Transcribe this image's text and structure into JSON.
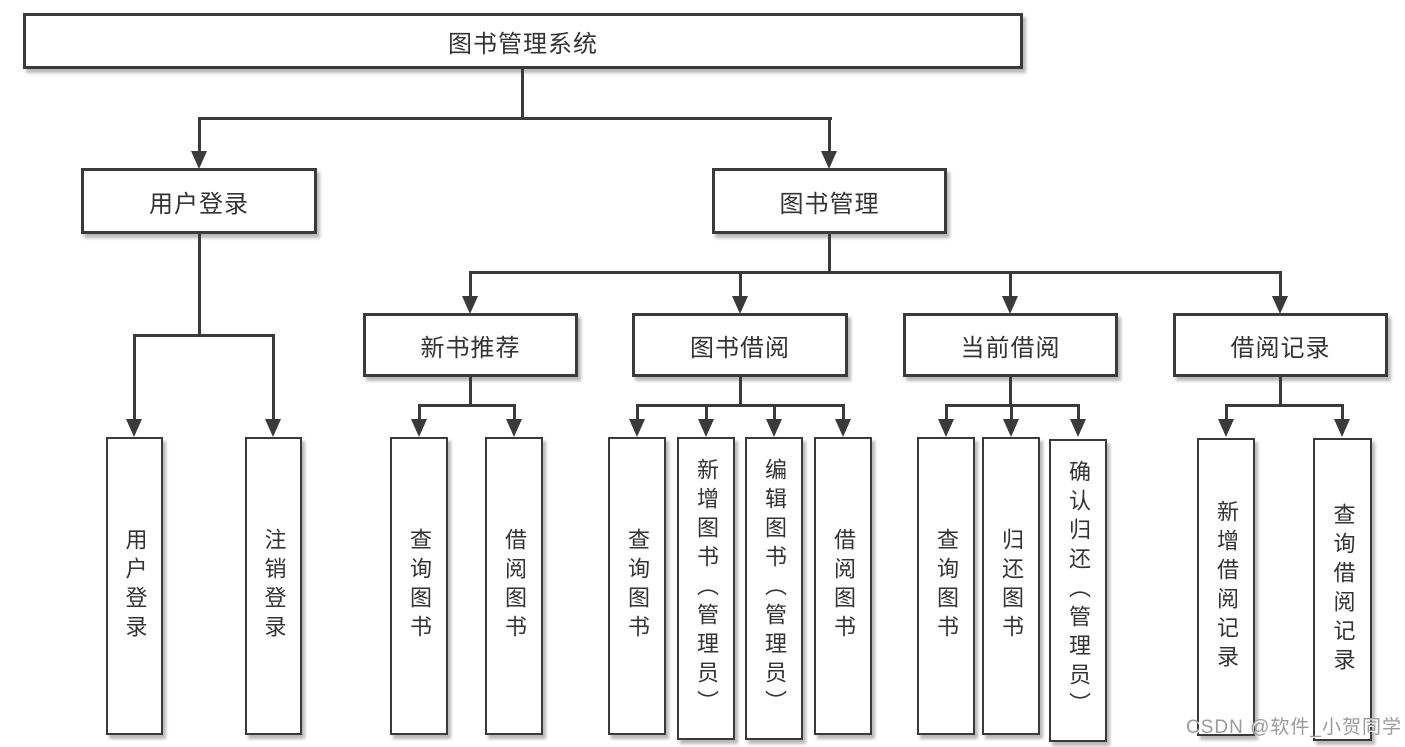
{
  "colors": {
    "line": "#3a3a3a",
    "text": "#333333",
    "watermark": "#9b9b9b",
    "background": "#ffffff"
  },
  "watermark": {
    "text": "CSDN @软件_小贺同学"
  },
  "tree": {
    "root": {
      "label": "图书管理系统",
      "children": [
        {
          "label": "用户登录",
          "children": [
            {
              "label": "用户登录"
            },
            {
              "label": "注销登录"
            }
          ]
        },
        {
          "label": "图书管理",
          "children": [
            {
              "label": "新书推荐",
              "children": [
                {
                  "label": "查询图书"
                },
                {
                  "label": "借阅图书"
                }
              ]
            },
            {
              "label": "图书借阅",
              "children": [
                {
                  "label": "查询图书"
                },
                {
                  "label": "新增图书（管理员）"
                },
                {
                  "label": "编辑图书（管理员）"
                },
                {
                  "label": "借阅图书"
                }
              ]
            },
            {
              "label": "当前借阅",
              "children": [
                {
                  "label": "查询图书"
                },
                {
                  "label": "归还图书"
                },
                {
                  "label": "确认归还（管理员）"
                }
              ]
            },
            {
              "label": "借阅记录",
              "children": [
                {
                  "label": "新增借阅记录"
                },
                {
                  "label": "查询借阅记录"
                }
              ]
            }
          ]
        }
      ]
    }
  }
}
